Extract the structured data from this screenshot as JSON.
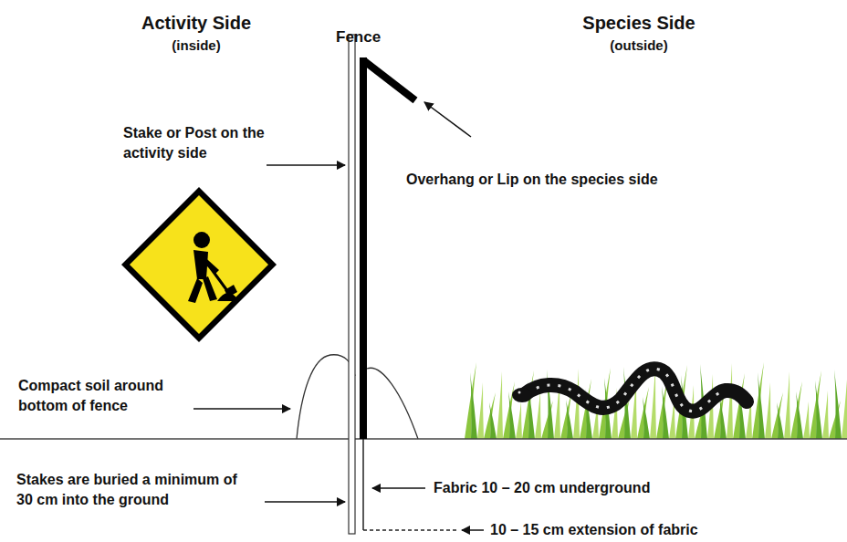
{
  "diagram": {
    "labels": [
      "Activity Side",
      "(inside)",
      "Species Side",
      "(outside)",
      "Fence",
      "Stake or Post on the activity side",
      "Overhang or Lip on the species side",
      "Compact soil around bottom of fence",
      "Stakes are buried a minimum of 30 cm into the ground",
      "Fabric 10 – 20 cm underground",
      "10 – 15 cm extension of fabric"
    ]
  }
}
